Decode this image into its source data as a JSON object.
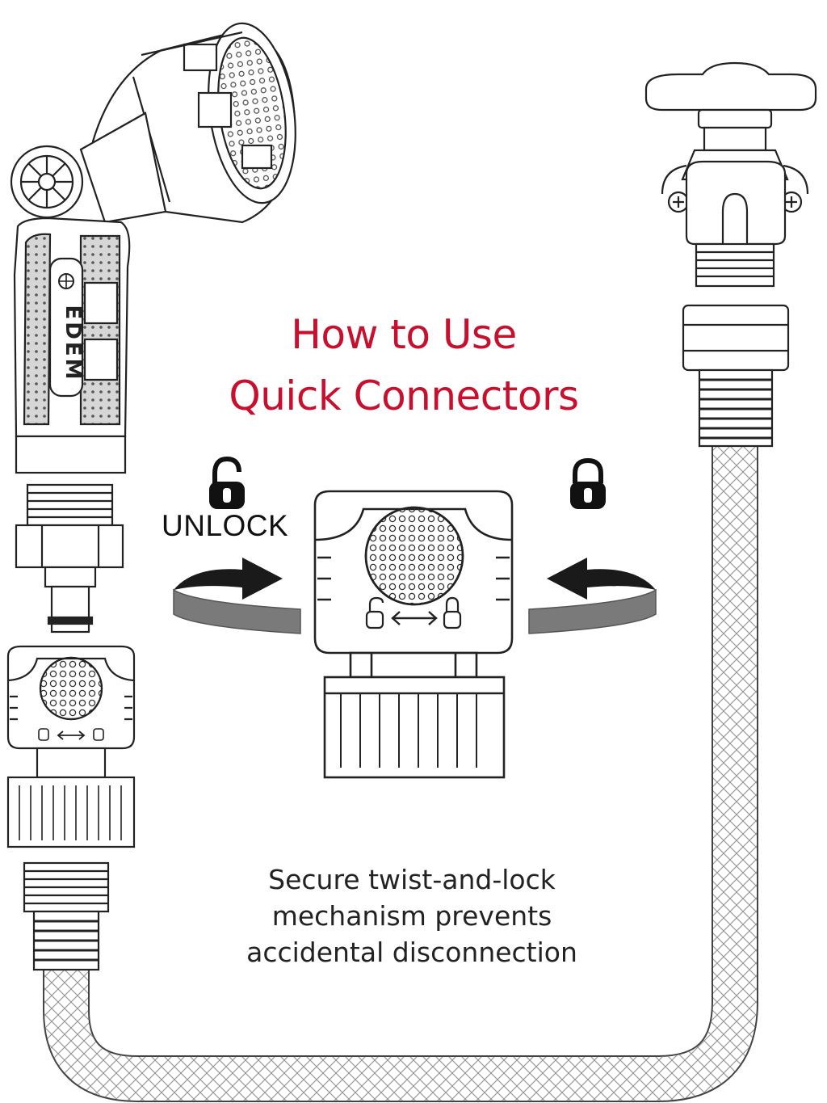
{
  "title": {
    "line1": "How to Use",
    "line2": "Quick Connectors",
    "color": "#c8102e"
  },
  "unlock_label": "UNLOCK",
  "caption": {
    "line1": "Secure twist-and-lock",
    "line2": "mechanism prevents",
    "line3": "accidental disconnection"
  },
  "brand_logo": "EDEM",
  "icons": {
    "unlock": "open-padlock-icon",
    "lock": "closed-padlock-icon",
    "rotate_right": "curved-arrow-right-icon",
    "rotate_left": "curved-arrow-left-icon",
    "swap": "double-arrow-icon"
  },
  "colors": {
    "line": "#222222",
    "arrow_band": "#7a7a7a",
    "arrow_dark": "#1a1a1a",
    "hose_mesh": "#9a9a9a"
  }
}
